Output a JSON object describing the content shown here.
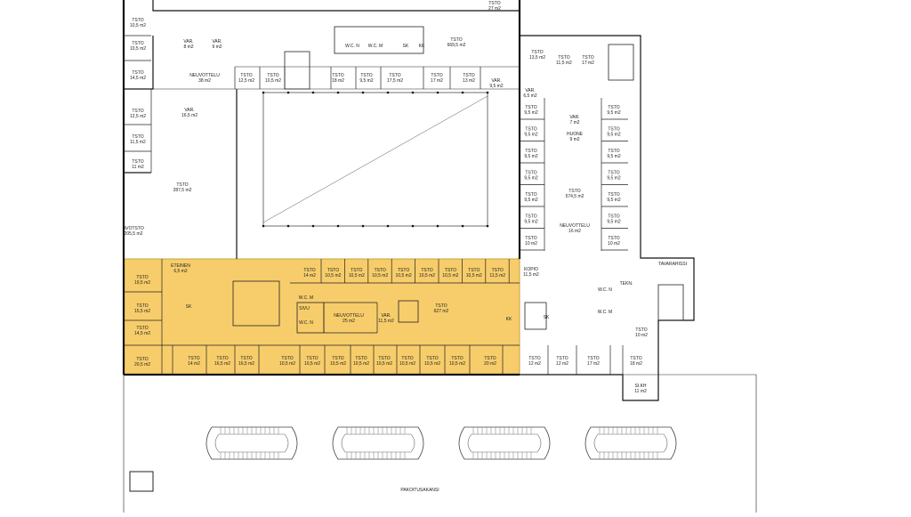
{
  "plan": {
    "highlight_color": "#f7cd6b",
    "highlight_stroke": "#c9a23a",
    "wall_color": "#111111",
    "parking_label": "PAKOITUSAKANSI",
    "rooms_top": [
      {
        "id": "t1",
        "name": "TSTO",
        "area": "10,5 m2"
      },
      {
        "id": "t2",
        "name": "TSTO",
        "area": "10,5 m2"
      },
      {
        "id": "t3",
        "name": "TSTO",
        "area": "14,5 m2"
      },
      {
        "id": "t4",
        "name": "TSTO",
        "area": "12,5 m2"
      },
      {
        "id": "t5",
        "name": "TSTO",
        "area": "11,5 m2"
      },
      {
        "id": "t6",
        "name": "TSTO",
        "area": "11 m2"
      },
      {
        "id": "t7",
        "name": "VAR.",
        "area": "8 m2"
      },
      {
        "id": "t8",
        "name": "VAR.",
        "area": "9 m2"
      },
      {
        "id": "t9",
        "name": "NEUVOTTELU",
        "area": "38 m2"
      },
      {
        "id": "t10",
        "name": "VAR.",
        "area": "16,5 m2"
      },
      {
        "id": "t11",
        "name": "TSTO",
        "area": "287,5 m2"
      },
      {
        "id": "t12",
        "name": "AVOTSTO",
        "area": "205,5 m2"
      },
      {
        "id": "t13",
        "name": "TSTO",
        "area": "12,5 m2"
      },
      {
        "id": "t14",
        "name": "TSTO",
        "area": "10,5 m2"
      },
      {
        "id": "t15",
        "name": "TSTO",
        "area": "18 m2"
      },
      {
        "id": "t16",
        "name": "TSTO",
        "area": "9,5 m2"
      },
      {
        "id": "t17",
        "name": "TSTO",
        "area": "17,5 m2"
      },
      {
        "id": "t18",
        "name": "TSTO",
        "area": "17 m2"
      },
      {
        "id": "t19",
        "name": "TSTO",
        "area": "13 m2"
      },
      {
        "id": "t20",
        "name": "VAR.",
        "area": "9,5 m2"
      },
      {
        "id": "t21",
        "name": "TSTO",
        "area": "27 m2"
      },
      {
        "id": "t22",
        "name": "TSTO",
        "area": "669,5 m2"
      },
      {
        "id": "t23",
        "name": "TSTO",
        "area": "13,5 m2"
      },
      {
        "id": "t24",
        "name": "TSTO",
        "area": "11,5 m2"
      },
      {
        "id": "t25",
        "name": "TSTO",
        "area": "17 m2"
      },
      {
        "id": "t26",
        "name": "VAR.",
        "area": "6,5 m2"
      },
      {
        "id": "t27",
        "name": "VAR.",
        "area": "7 m2"
      },
      {
        "id": "t28",
        "name": "HUONE",
        "area": "9 m2"
      },
      {
        "id": "t29",
        "name": "TSTO",
        "area": "574,5 m2"
      },
      {
        "id": "t30",
        "name": "NEUVOTTELU",
        "area": "16 m2"
      },
      {
        "id": "t31",
        "name": "KOPIO",
        "area": "11,5 m2"
      },
      {
        "id": "t32",
        "name": "TAVARAHISSI",
        "area": ""
      },
      {
        "id": "t33",
        "name": "SI.KH",
        "area": "11 m2"
      }
    ],
    "rooms_right_col_left": [
      {
        "name": "TSTO",
        "area": "9,5 m2"
      },
      {
        "name": "TSTO",
        "area": "9,5 m2"
      },
      {
        "name": "TSTO",
        "area": "9,5 m2"
      },
      {
        "name": "TSTO",
        "area": "9,5 m2"
      },
      {
        "name": "TSTO",
        "area": "9,5 m2"
      },
      {
        "name": "TSTO",
        "area": "9,5 m2"
      },
      {
        "name": "TSTO",
        "area": "10 m2"
      }
    ],
    "rooms_right_col_right": [
      {
        "name": "TSTO",
        "area": "9,5 m2"
      },
      {
        "name": "TSTO",
        "area": "9,5 m2"
      },
      {
        "name": "TSTO",
        "area": "9,5 m2"
      },
      {
        "name": "TSTO",
        "area": "9,5 m2"
      },
      {
        "name": "TSTO",
        "area": "9,5 m2"
      },
      {
        "name": "TSTO",
        "area": "9,5 m2"
      },
      {
        "name": "TSTO",
        "area": "10 m2"
      }
    ],
    "rooms_bottom_right": [
      {
        "name": "TSTO",
        "area": "12 m2"
      },
      {
        "name": "TSTO",
        "area": "12 m2"
      },
      {
        "name": "TSTO",
        "area": "17 m2"
      },
      {
        "name": "TSTO",
        "area": "18 m2"
      },
      {
        "name": "TSTO",
        "area": "10 m2"
      }
    ],
    "highlight_rooms": {
      "left": [
        {
          "name": "TSTO",
          "area": "19,5 m2"
        },
        {
          "name": "TSTO",
          "area": "15,5 m2"
        },
        {
          "name": "TSTO",
          "area": "14,5 m2"
        },
        {
          "name": "TSTO",
          "area": "20,5 m2"
        }
      ],
      "etkeinen": {
        "name": "ETEINEN",
        "area": "6,5 m2"
      },
      "top_row": [
        {
          "name": "TSTO",
          "area": "14 m2"
        },
        {
          "name": "TSTO",
          "area": "10,5 m2"
        },
        {
          "name": "TSTO",
          "area": "10,5 m2"
        },
        {
          "name": "TSTO",
          "area": "10,5 m2"
        },
        {
          "name": "TSTO",
          "area": "10,5 m2"
        },
        {
          "name": "TSTO",
          "area": "10,5 m2"
        },
        {
          "name": "TSTO",
          "area": "10,5 m2"
        },
        {
          "name": "TSTO",
          "area": "10,5 m2"
        },
        {
          "name": "TSTO",
          "area": "11,5 m2"
        }
      ],
      "bottom_row": [
        {
          "name": "TSTO",
          "area": "14 m2"
        },
        {
          "name": "TSTO",
          "area": "16,5 m2"
        },
        {
          "name": "TSTO",
          "area": "16,5 m2"
        },
        {
          "name": "TSTO",
          "area": "10,5 m2"
        },
        {
          "name": "TSTO",
          "area": "10,5 m2"
        },
        {
          "name": "TSTO",
          "area": "10,5 m2"
        },
        {
          "name": "TSTO",
          "area": "10,5 m2"
        },
        {
          "name": "TSTO",
          "area": "10,5 m2"
        },
        {
          "name": "TSTO",
          "area": "10,5 m2"
        },
        {
          "name": "TSTO",
          "area": "10,5 m2"
        },
        {
          "name": "TSTO",
          "area": "10,5 m2"
        },
        {
          "name": "TSTO",
          "area": "20 m2"
        }
      ],
      "neuvottelu": {
        "name": "NEUVOTTELU",
        "area": "25 m2"
      },
      "var": {
        "name": "VAR.",
        "area": "11,5 m2"
      },
      "main": {
        "name": "TSTO",
        "area": "627 m2"
      },
      "wc_labels": [
        "W.C. M",
        "W.C. N"
      ],
      "sk": "SK",
      "kk": "KK"
    },
    "service_labels": [
      "W.C. N",
      "W.C. M",
      "SK",
      "KK",
      "SIVU",
      "SK",
      "W.C. N",
      "W.C. M",
      "TEKN."
    ]
  }
}
